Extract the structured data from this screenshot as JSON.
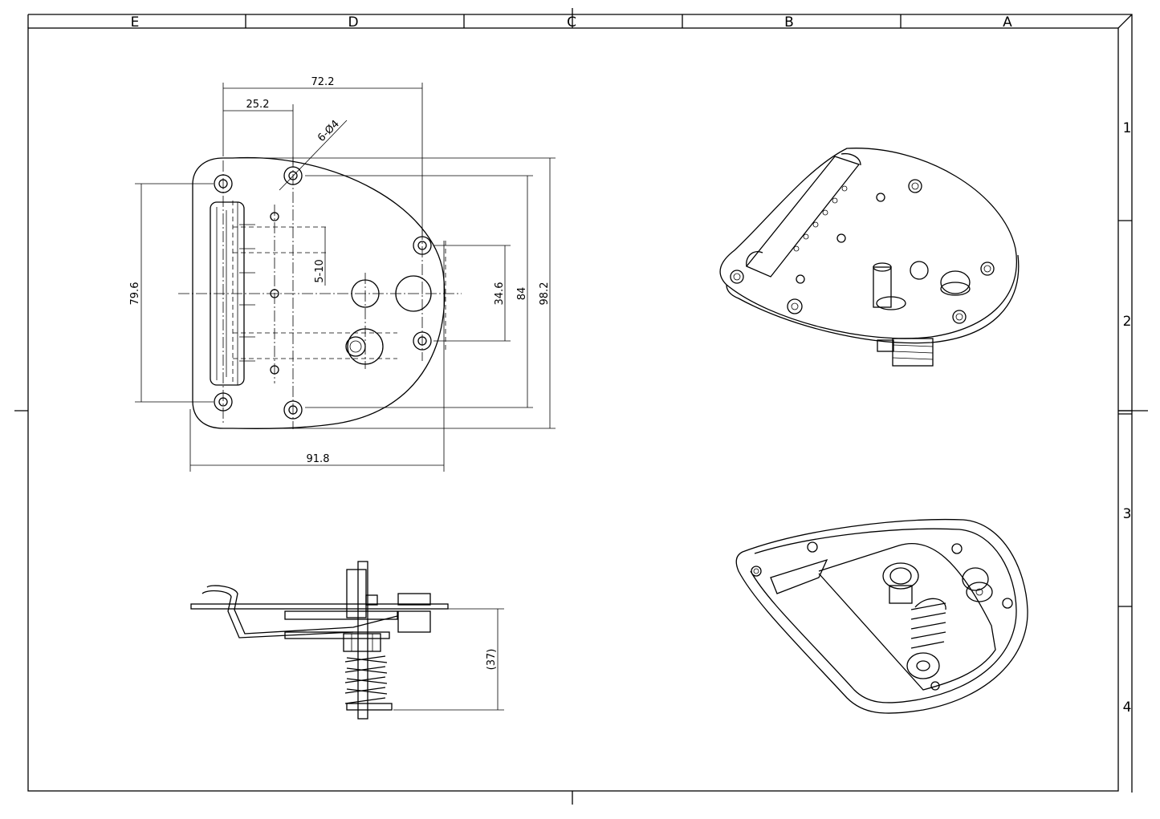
{
  "zones": {
    "columns": [
      "E",
      "D",
      "C",
      "B",
      "A"
    ],
    "rows": [
      "1",
      "2",
      "3",
      "4"
    ]
  },
  "dimensions": {
    "overall_width_top": "72.2",
    "hole_offset": "25.2",
    "hole_callout": "6-Ø4",
    "slot_range": "5-10",
    "left_hole_span": "79.6",
    "right_hole_span": "34.6",
    "inner_height": "84",
    "overall_height": "98.2",
    "overall_width_bottom": "91.8",
    "side_height": "(37)"
  }
}
